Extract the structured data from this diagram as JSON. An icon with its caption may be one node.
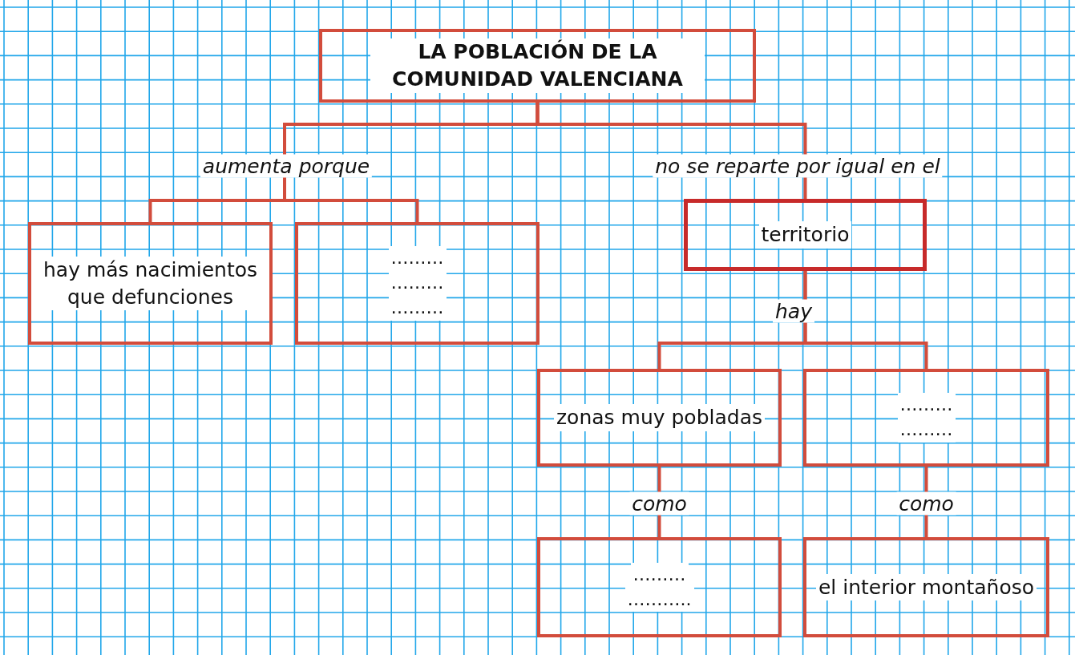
{
  "diagram": {
    "nodes": [
      {
        "text": [
          "LA POBLACIÓN DE LA COMUNIDAD VALENCIANA"
        ]
      },
      {
        "text": [
          "hay más nacimientos que defunciones"
        ]
      },
      {
        "text": [
          "………",
          "………",
          "………"
        ]
      },
      {
        "text": [
          "territorio"
        ]
      },
      {
        "text": [
          "zonas muy pobladas"
        ]
      },
      {
        "text": [
          "………",
          "………"
        ]
      },
      {
        "text": [
          "………",
          "……….."
        ]
      },
      {
        "text": [
          "el interior montañoso"
        ]
      }
    ],
    "edges": [
      {
        "from": 0,
        "to": 1,
        "arrow": "none",
        "label": "aumenta porque"
      },
      {
        "from": 0,
        "to": 2,
        "arrow": "none"
      },
      {
        "from": 0,
        "to": 3,
        "arrow": "none",
        "label": "no se reparte por igual en el"
      },
      {
        "from": 3,
        "to": 4,
        "arrow": "none",
        "label": "hay"
      },
      {
        "from": 3,
        "to": 5,
        "arrow": "none"
      },
      {
        "from": 4,
        "to": 6,
        "arrow": "none",
        "label": "como"
      },
      {
        "from": 5,
        "to": 7,
        "arrow": "none",
        "label": "como"
      }
    ]
  }
}
